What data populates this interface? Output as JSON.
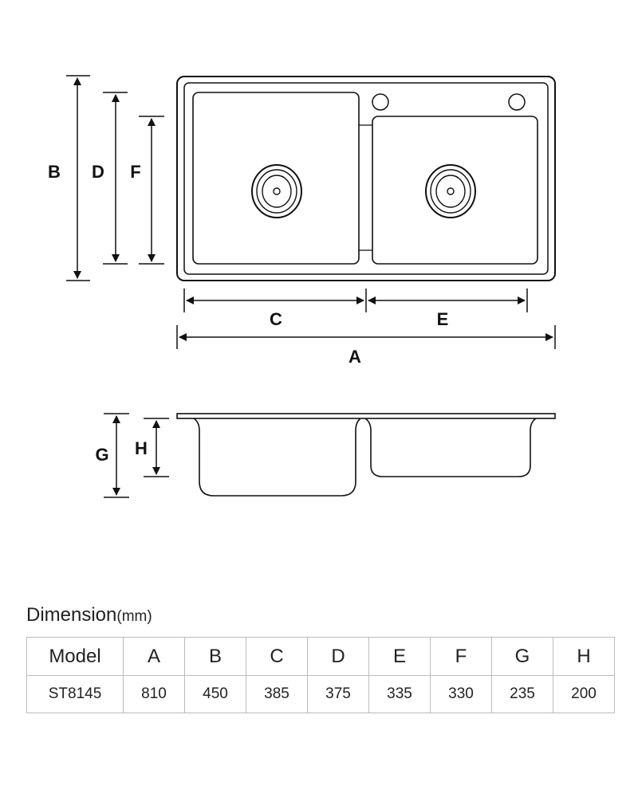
{
  "drawing": {
    "labels": {
      "a": "A",
      "b": "B",
      "c": "C",
      "d": "D",
      "e": "E",
      "f": "F",
      "g": "G",
      "h": "H"
    }
  },
  "table": {
    "title": "Dimension",
    "unit": "(mm)",
    "headers": [
      "Model",
      "A",
      "B",
      "C",
      "D",
      "E",
      "F",
      "G",
      "H"
    ],
    "rows": [
      [
        "ST8145",
        "810",
        "450",
        "385",
        "375",
        "335",
        "330",
        "235",
        "200"
      ]
    ]
  }
}
